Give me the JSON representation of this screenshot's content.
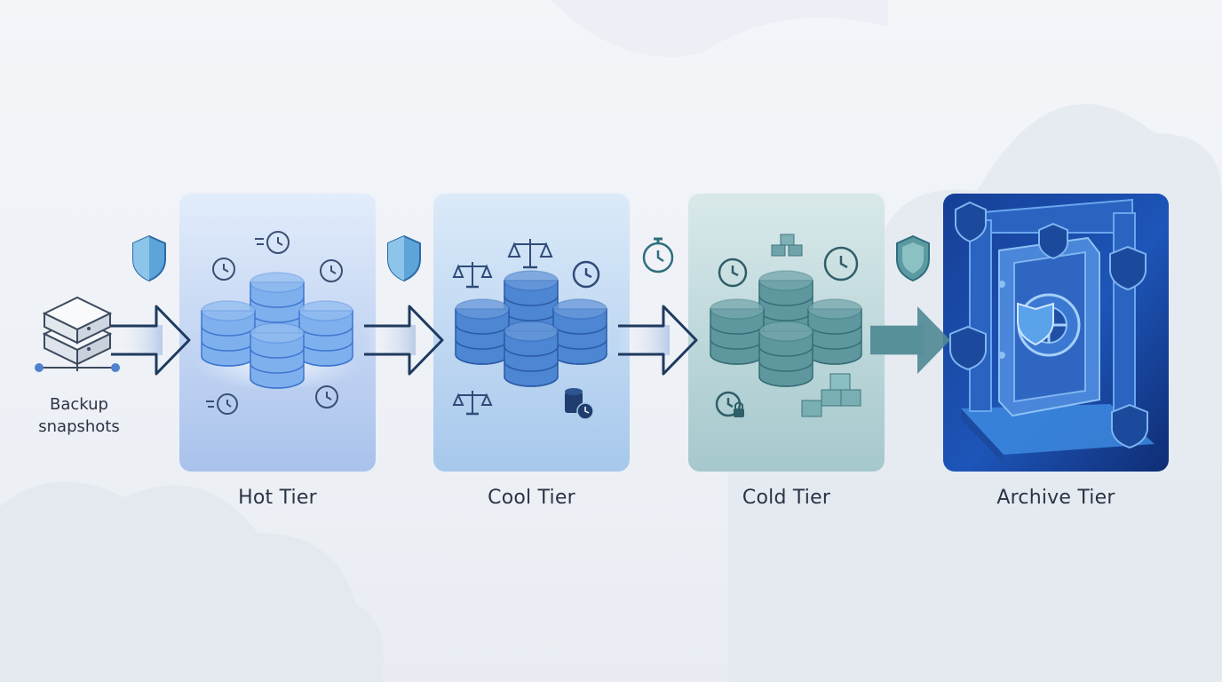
{
  "source": {
    "line1": "Backup",
    "line2": "snapshots"
  },
  "tiers": [
    {
      "label": "Hot Tier"
    },
    {
      "label": "Cool Tier"
    },
    {
      "label": "Cold Tier"
    },
    {
      "label": "Archive Tier"
    }
  ],
  "colors": {
    "hot": "#6f9ae0",
    "cool": "#4f82cc",
    "cold": "#4b8791",
    "archive": "#1f4fa5",
    "arrow": "#1e3a5f",
    "text": "#2b3444"
  },
  "icons": [
    "server-stack-icon",
    "shield-icon",
    "clock-icon",
    "scales-icon",
    "stopwatch-icon",
    "boxes-icon",
    "padlock-icon",
    "vault-icon",
    "database-icon"
  ]
}
